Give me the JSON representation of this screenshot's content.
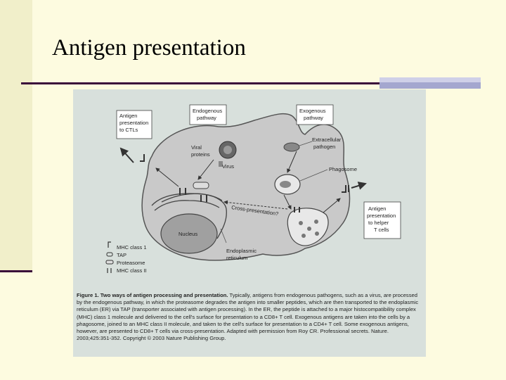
{
  "slide": {
    "title": "Antigen presentation"
  },
  "diagram": {
    "boxes": {
      "ctl": [
        "Antigen",
        "presentation",
        "to CTLs"
      ],
      "endogenous": [
        "Endogenous",
        "pathway"
      ],
      "exogenous": [
        "Exogenous",
        "pathway"
      ],
      "helper": [
        "Antigen",
        "presentation",
        "to helper",
        "T cells"
      ]
    },
    "labels": {
      "viral_proteins": [
        "Viral",
        "proteins"
      ],
      "virus": "Virus",
      "extracellular_pathogen": [
        "Extracellular",
        "pathogen"
      ],
      "phagosome": "Phagosome",
      "cross_presentation": "Cross-presentation?",
      "nucleus": "Nucleus",
      "er": [
        "Endoplasmic",
        "reticulum"
      ]
    },
    "legend": [
      "MHC class 1",
      "TAP",
      "Proteasome",
      "MHC class II"
    ],
    "caption_lead": "Figure 1. Two ways of antigen processing and presentation.",
    "caption_body": "Typically, antigens from endogenous pathogens, such as a virus, are processed by the endogenous pathway, in which the proteasome degrades the antigen into smaller peptides, which are then transported to the endoplasmic reticulum (ER) via TAP (transporter associated with antigen processing). In the ER, the peptide is attached to a major histocompatibility complex (MHC) class 1 molecule and delivered to the cell's surface for presentation to a CD8+ T cell. Exogenous antigens are taken into the cells by a phagosome, joined to an MHC class II molecule, and taken to the cell's surface for presentation to a CD4+ T cell. Some exogenous antigens, however, are presented to CD8+ T cells via cross-presentation. Adapted with permission from Roy CR. Professional secrets. Nature. 2003;425:351-352. Copyright © 2003 Nature Publishing Group."
  }
}
